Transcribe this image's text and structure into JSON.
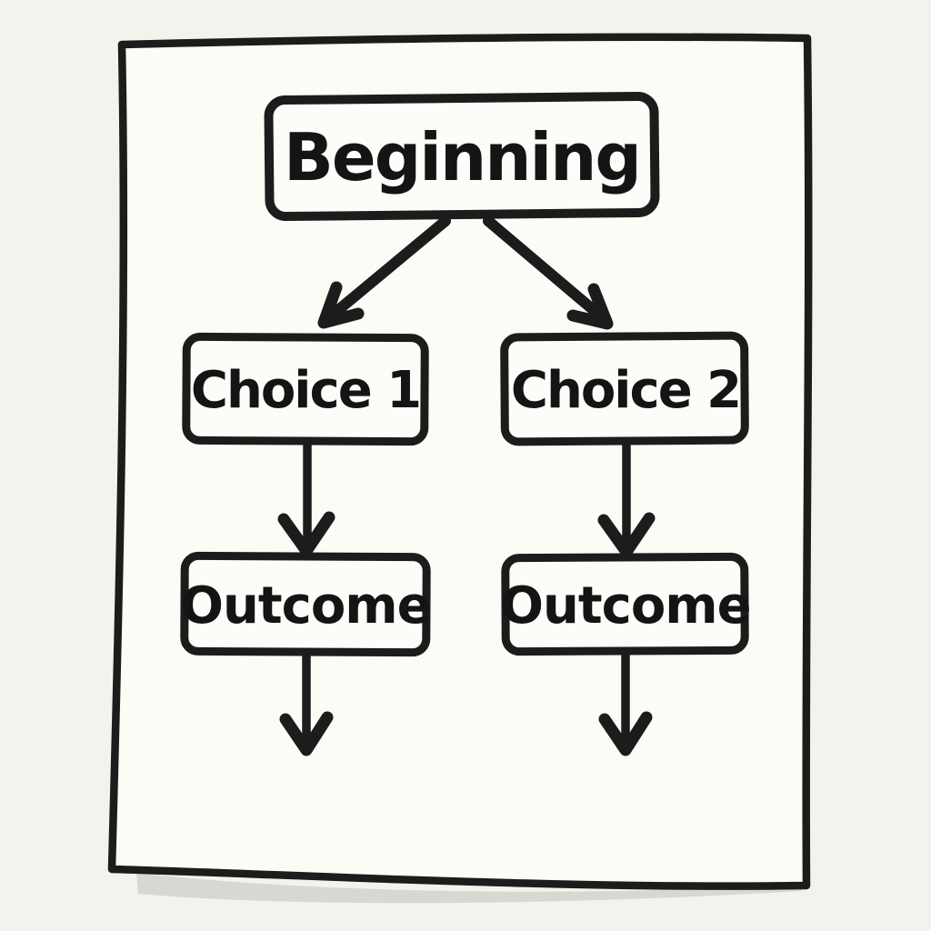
{
  "page": {
    "kind": "hand-drawn flowchart sketch on paper",
    "colors": {
      "background": "#f4f2ec",
      "paper": "#fcfbf6",
      "ink": "#1c1c1c",
      "text": "#141414",
      "shadow": "#d8d7d1"
    }
  },
  "diagram": {
    "type": "flowchart",
    "nodes": [
      {
        "id": "beginning",
        "label": "Beginning"
      },
      {
        "id": "choice-1",
        "label": "Choice 1"
      },
      {
        "id": "choice-2",
        "label": "Choice 2"
      },
      {
        "id": "outcome-1",
        "label": "Outcome"
      },
      {
        "id": "outcome-2",
        "label": "Outcome"
      }
    ],
    "edges": [
      {
        "from": "beginning",
        "to": "choice-1",
        "style": "diagonal-arrow"
      },
      {
        "from": "beginning",
        "to": "choice-2",
        "style": "diagonal-arrow"
      },
      {
        "from": "choice-1",
        "to": "outcome-1",
        "style": "vertical-arrow"
      },
      {
        "from": "choice-2",
        "to": "outcome-2",
        "style": "vertical-arrow"
      },
      {
        "from": "outcome-1",
        "to": "",
        "style": "open-ended-arrow"
      },
      {
        "from": "outcome-2",
        "to": "",
        "style": "open-ended-arrow"
      }
    ]
  }
}
